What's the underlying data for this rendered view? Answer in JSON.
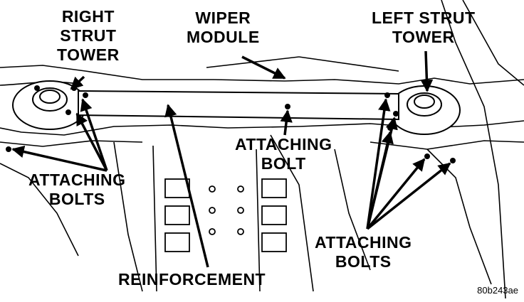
{
  "callouts": {
    "right_strut_tower": [
      "RIGHT",
      "STRUT",
      "TOWER"
    ],
    "wiper_module": [
      "WIPER",
      "MODULE"
    ],
    "left_strut_tower": [
      "LEFT STRUT",
      "TOWER"
    ],
    "attaching_bolt_center": [
      "ATTACHING",
      "BOLT"
    ],
    "attaching_bolts_left": [
      "ATTACHING",
      "BOLTS"
    ],
    "attaching_bolts_right": [
      "ATTACHING",
      "BOLTS"
    ],
    "reinforcement": "REINFORCEMENT"
  },
  "figure_code": "80b243ae"
}
